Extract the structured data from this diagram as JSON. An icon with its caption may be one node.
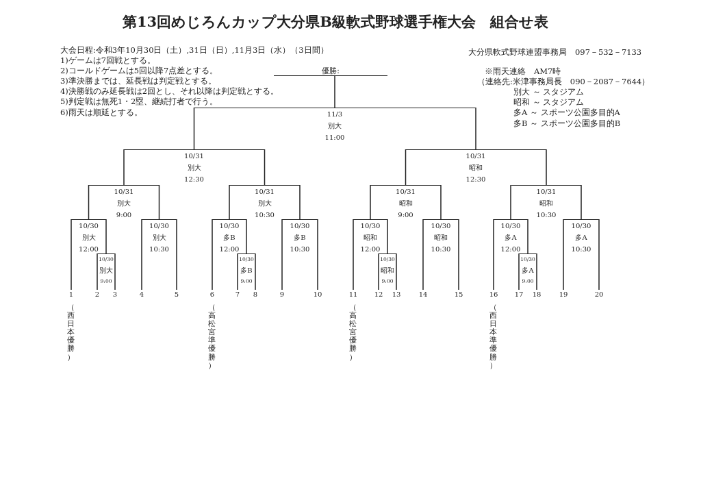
{
  "diagram": {
    "title": "第13回めじろんカップ大分県B級軟式野球選手権大会　組合せ表",
    "nodes": [
      {
        "text": [
          "優勝:"
        ]
      },
      {
        "text": [
          "11/3",
          "別大",
          "11:00"
        ]
      },
      {
        "text": [
          "10/31",
          "別大",
          "12:30"
        ]
      },
      {
        "text": [
          "10/31",
          "昭和",
          "12:30"
        ]
      },
      {
        "text": [
          "10/31",
          "別大",
          "9:00"
        ]
      },
      {
        "text": [
          "10/31",
          "別大",
          "10:30"
        ]
      },
      {
        "text": [
          "10/31",
          "昭和",
          "9:00"
        ]
      },
      {
        "text": [
          "10/31",
          "昭和",
          "10:30"
        ]
      },
      {
        "text": [
          "10/30",
          "別大",
          "12:00"
        ]
      },
      {
        "text": [
          "10/30",
          "別大",
          "10:30"
        ]
      },
      {
        "text": [
          "10/30",
          "多B",
          "12:00"
        ]
      },
      {
        "text": [
          "10/30",
          "多B",
          "10:30"
        ]
      },
      {
        "text": [
          "10/30",
          "昭和",
          "12:00"
        ]
      },
      {
        "text": [
          "10/30",
          "昭和",
          "10:30"
        ]
      },
      {
        "text": [
          "10/30",
          "多A",
          "12:00"
        ]
      },
      {
        "text": [
          "10/30",
          "多A",
          "10:30"
        ]
      },
      {
        "text": [
          "10/30",
          "別大",
          "9:00"
        ]
      },
      {
        "text": [
          "10/30",
          "多B",
          "9:00"
        ]
      },
      {
        "text": [
          "10/30",
          "昭和",
          "9:00"
        ]
      },
      {
        "text": [
          "10/30",
          "多A",
          "9:00"
        ]
      },
      {
        "text": [
          "1"
        ],
        "beside": [
          "（西日本優勝）"
        ]
      },
      {
        "text": [
          "2"
        ]
      },
      {
        "text": [
          "3"
        ]
      },
      {
        "text": [
          "4"
        ]
      },
      {
        "text": [
          "5"
        ]
      },
      {
        "text": [
          "6"
        ],
        "beside": [
          "（高松宮準優勝）"
        ]
      },
      {
        "text": [
          "7"
        ]
      },
      {
        "text": [
          "8"
        ]
      },
      {
        "text": [
          "9"
        ]
      },
      {
        "text": [
          "10"
        ]
      },
      {
        "text": [
          "11"
        ],
        "beside": [
          "（高松宮優勝）"
        ]
      },
      {
        "text": [
          "12"
        ]
      },
      {
        "text": [
          "13"
        ]
      },
      {
        "text": [
          "14"
        ]
      },
      {
        "text": [
          "15"
        ]
      },
      {
        "text": [
          "16"
        ],
        "beside": [
          "（西日本準優勝）"
        ]
      },
      {
        "text": [
          "17"
        ]
      },
      {
        "text": [
          "18"
        ]
      },
      {
        "text": [
          "19"
        ]
      },
      {
        "text": [
          "20"
        ]
      }
    ],
    "edges": [
      {
        "from": 1,
        "to": 0,
        "arrow": "none"
      },
      {
        "from": 2,
        "to": 1,
        "arrow": "none"
      },
      {
        "from": 3,
        "to": 1,
        "arrow": "none"
      },
      {
        "from": 4,
        "to": 2,
        "arrow": "none"
      },
      {
        "from": 5,
        "to": 2,
        "arrow": "none"
      },
      {
        "from": 6,
        "to": 3,
        "arrow": "none"
      },
      {
        "from": 7,
        "to": 3,
        "arrow": "none"
      },
      {
        "from": 8,
        "to": 4,
        "arrow": "none"
      },
      {
        "from": 9,
        "to": 4,
        "arrow": "none"
      },
      {
        "from": 10,
        "to": 5,
        "arrow": "none"
      },
      {
        "from": 11,
        "to": 5,
        "arrow": "none"
      },
      {
        "from": 12,
        "to": 6,
        "arrow": "none"
      },
      {
        "from": 13,
        "to": 6,
        "arrow": "none"
      },
      {
        "from": 14,
        "to": 7,
        "arrow": "none"
      },
      {
        "from": 15,
        "to": 7,
        "arrow": "none"
      },
      {
        "from": 20,
        "to": 8,
        "arrow": "none"
      },
      {
        "from": 16,
        "to": 8,
        "arrow": "none"
      },
      {
        "from": 23,
        "to": 9,
        "arrow": "none"
      },
      {
        "from": 24,
        "to": 9,
        "arrow": "none"
      },
      {
        "from": 25,
        "to": 10,
        "arrow": "none"
      },
      {
        "from": 17,
        "to": 10,
        "arrow": "none"
      },
      {
        "from": 28,
        "to": 11,
        "arrow": "none"
      },
      {
        "from": 29,
        "to": 11,
        "arrow": "none"
      },
      {
        "from": 30,
        "to": 12,
        "arrow": "none"
      },
      {
        "from": 18,
        "to": 12,
        "arrow": "none"
      },
      {
        "from": 33,
        "to": 13,
        "arrow": "none"
      },
      {
        "from": 34,
        "to": 13,
        "arrow": "none"
      },
      {
        "from": 35,
        "to": 14,
        "arrow": "none"
      },
      {
        "from": 19,
        "to": 14,
        "arrow": "none"
      },
      {
        "from": 38,
        "to": 15,
        "arrow": "none"
      },
      {
        "from": 39,
        "to": 15,
        "arrow": "none"
      },
      {
        "from": 21,
        "to": 16,
        "arrow": "none"
      },
      {
        "from": 22,
        "to": 16,
        "arrow": "none"
      },
      {
        "from": 26,
        "to": 17,
        "arrow": "none"
      },
      {
        "from": 27,
        "to": 17,
        "arrow": "none"
      },
      {
        "from": 31,
        "to": 18,
        "arrow": "none"
      },
      {
        "from": 32,
        "to": 18,
        "arrow": "none"
      },
      {
        "from": 36,
        "to": 19,
        "arrow": "none"
      },
      {
        "from": 37,
        "to": 19,
        "arrow": "none"
      }
    ],
    "labels": [
      "大会日程:令和3年10月30日（土）,31日（日）,11月3日（水）（3日間）",
      "1)ゲームは7回戦とする。",
      "2)コールドゲームは5回以降7点差とする。",
      "3)準決勝までは、延長戦は判定戦とする。",
      "4)決勝戦のみ延長戦は2回とし、それ以降は判定戦とする。",
      "5)判定戦は無死1・2塁、継続打者で行う。",
      "6)雨天は順延とする。",
      "大分県軟式野球連盟事務局　097－532－7133",
      "※雨天連絡　AM7時",
      "（連絡先:米津事務局長　090－2087－7644）",
      "別大 ～ スタジアム",
      "昭和 ～ スタジアム",
      "多A ～ スポーツ公園多目的A",
      "多B ～ スポーツ公園多目的B"
    ]
  }
}
